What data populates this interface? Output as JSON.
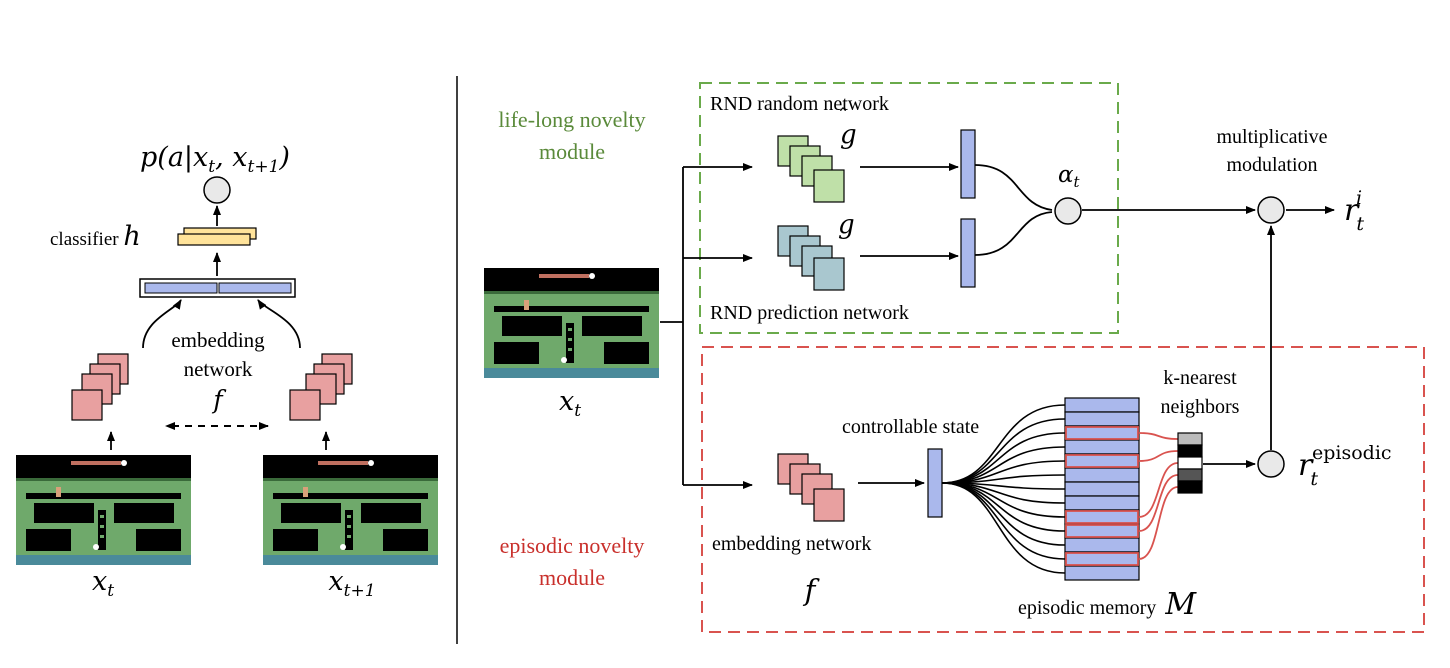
{
  "left_panel": {
    "output_label": "p(a|x",
    "output_sub1": "t",
    "output_mid": ", x",
    "output_sub2": "t+1",
    "output_end": ")",
    "classifier_label": "classifier",
    "classifier_symbol": "h",
    "embedding_label_line1": "embedding",
    "embedding_label_line2": "network",
    "embedding_symbol": "f",
    "frame_left_label": "x",
    "frame_left_sub": "t",
    "frame_right_label": "x",
    "frame_right_sub": "t+1"
  },
  "right_panel": {
    "lifelong_title_line1": "life-long novelty",
    "lifelong_title_line2": "module",
    "episodic_title_line1": "episodic novelty",
    "episodic_title_line2": "module",
    "rnd_random_label": "RND random network",
    "rnd_prediction_label": "RND prediction network",
    "g_hat_symbol": "g",
    "g_symbol": "g",
    "alpha_symbol": "α",
    "alpha_sub": "t",
    "modulation_line1": "multiplicative",
    "modulation_line2": "modulation",
    "reward_symbol": "r",
    "reward_sub": "t",
    "reward_sup": "i",
    "input_label": "x",
    "input_sub": "t",
    "controllable_state_label": "controllable state",
    "embedding_network_label": "embedding network",
    "embedding_symbol": "f",
    "knn_line1": "k-nearest",
    "knn_line2": "neighbors",
    "episodic_reward_symbol": "r",
    "episodic_reward_sub": "t",
    "episodic_reward_sup": "episodic",
    "memory_label": "episodic memory",
    "memory_symbol": "M"
  },
  "colors": {
    "green_module": "#6aaa4b",
    "green_title": "#5a8a3a",
    "red_module": "#d9534f",
    "red_title": "#c9302c",
    "blue_block": "#aab8ec",
    "pink_block": "#e8a0a0",
    "green_block": "#bfe0a8",
    "teal_block": "#a9c7cf",
    "yellow_block": "#ffe39a"
  }
}
